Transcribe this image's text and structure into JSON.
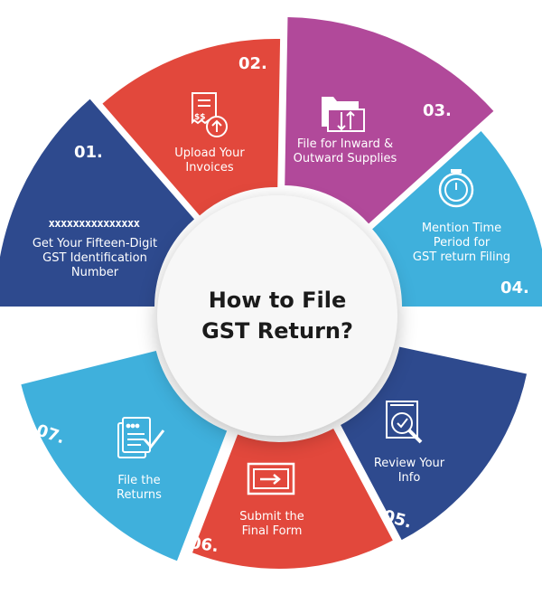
{
  "title": {
    "line1": "How to File",
    "line2": "GST Return?"
  },
  "placeholder_text": "xxxxxxxxxxxxxxx",
  "steps": [
    {
      "number": "01.",
      "lines": [
        "Get Your Fifteen-Digit",
        "GST Identification",
        "Number"
      ],
      "color": "#2e4a8e",
      "icon": "id-number-icon"
    },
    {
      "number": "02.",
      "lines": [
        "Upload Your",
        "Invoices"
      ],
      "color": "#e2483c",
      "icon": "upload-invoice-icon"
    },
    {
      "number": "03.",
      "lines": [
        "File for Inward &",
        "Outward Supplies"
      ],
      "color": "#b1499a",
      "icon": "folder-transfer-icon"
    },
    {
      "number": "04.",
      "lines": [
        "Mention Time",
        "Period for",
        "GST return Filing"
      ],
      "color": "#3fb0dc",
      "icon": "stopwatch-icon"
    },
    {
      "number": "05.",
      "lines": [
        "Review Your",
        "Info"
      ],
      "color": "#2e4a8e",
      "icon": "document-search-icon"
    },
    {
      "number": "06.",
      "lines": [
        "Submit the",
        "Final Form"
      ],
      "color": "#e2483c",
      "icon": "submit-form-icon"
    },
    {
      "number": "07.",
      "lines": [
        "File the",
        "Returns"
      ],
      "color": "#3fb0dc",
      "icon": "checklist-icon"
    }
  ]
}
